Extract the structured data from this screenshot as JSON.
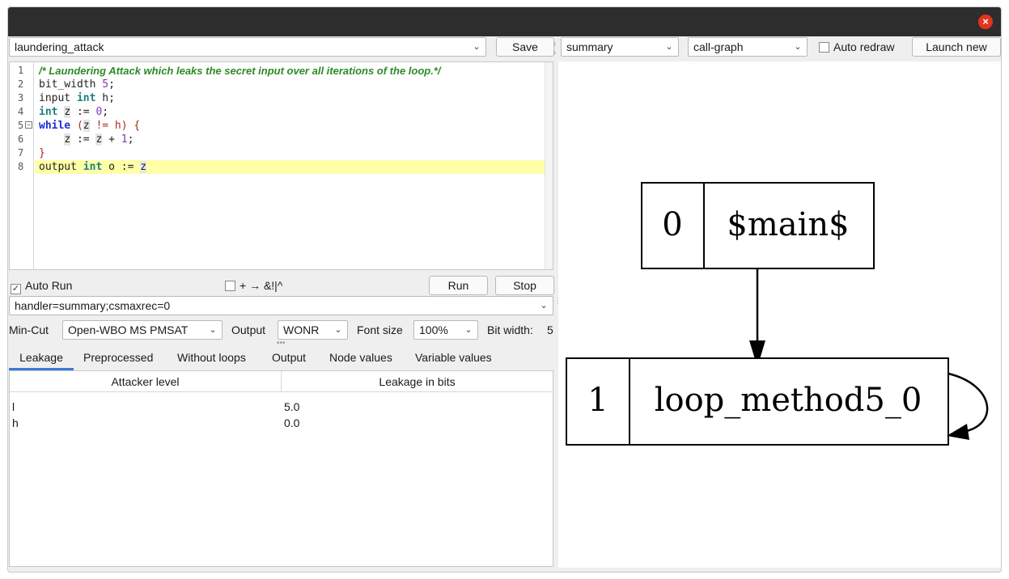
{
  "window": {
    "close_icon": "close-icon"
  },
  "toolbar": {
    "file_select": "laundering_attack",
    "save_label": "Save",
    "handler_select": "summary",
    "view_select": "call-graph",
    "auto_redraw_label": "Auto redraw",
    "auto_redraw_checked": false,
    "launch_new_label": "Launch new"
  },
  "editor": {
    "lines": [
      {
        "n": "1"
      },
      {
        "n": "2"
      },
      {
        "n": "3"
      },
      {
        "n": "4"
      },
      {
        "n": "5"
      },
      {
        "n": "6"
      },
      {
        "n": "7"
      },
      {
        "n": "8"
      }
    ],
    "code": {
      "l1_comment": "/* Laundering Attack which leaks the secret input over all iterations of the loop.*/",
      "l2_a": "bit_width ",
      "l2_b": "5",
      "l2_c": ";",
      "l3_a": "input ",
      "l3_b": "int",
      "l3_c": " h;",
      "l4_a": "int",
      "l4_b": " ",
      "l4_c": "z",
      "l4_d": " := ",
      "l4_e": "0",
      "l4_f": ";",
      "l5_a": "while",
      "l5_b": " (",
      "l5_c": "z",
      "l5_d": " != h) {",
      "l6_a": "    ",
      "l6_b": "z",
      "l6_c": " := ",
      "l6_d": "z",
      "l6_e": " + ",
      "l6_f": "1",
      "l6_g": ";",
      "l7_a": "}",
      "l8_a": "output ",
      "l8_b": "int",
      "l8_c": " o := ",
      "l8_d": "z"
    }
  },
  "controls": {
    "auto_run_label": "Auto Run",
    "auto_run_checked": true,
    "ops_label": "+ → &!|^",
    "ops_checked": false,
    "run_label": "Run",
    "stop_label": "Stop",
    "handler_string": "handler=summary;csmaxrec=0",
    "mincut_label": "Min-Cut",
    "mincut_value": "Open-WBO MS PMSAT",
    "output_label": "Output",
    "output_value": "WONR",
    "fontsize_label": "Font size",
    "fontsize_value": "100%",
    "bitwidth_label": "Bit width:",
    "bitwidth_value": "5"
  },
  "tabs": [
    {
      "label": "Leakage",
      "active": true
    },
    {
      "label": "Preprocessed",
      "active": false
    },
    {
      "label": "Without loops",
      "active": false
    },
    {
      "label": "Output",
      "active": false
    },
    {
      "label": "Node values",
      "active": false
    },
    {
      "label": "Variable values",
      "active": false
    }
  ],
  "leakage_table": {
    "headers": [
      "Attacker level",
      "Leakage in bits"
    ],
    "rows": [
      {
        "level": "l",
        "bits": "5.0"
      },
      {
        "level": "h",
        "bits": "0.0"
      }
    ]
  },
  "graph": {
    "nodes": [
      {
        "id": "0",
        "label": "$main$"
      },
      {
        "id": "1",
        "label": "loop_method5_0"
      }
    ],
    "edges": [
      {
        "from": "0",
        "to": "1"
      },
      {
        "from": "1",
        "to": "1"
      }
    ]
  },
  "colors": {
    "titlebar": "#2d2d2d",
    "close": "#e2341d",
    "tab_active": "#3a7bd5",
    "line_highlight": "#ffffa8"
  }
}
